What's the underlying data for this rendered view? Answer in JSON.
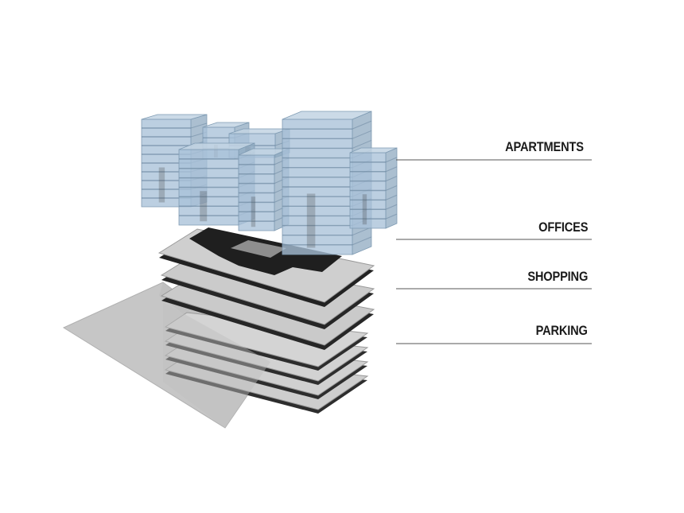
{
  "diagram": {
    "layers": [
      {
        "id": "apartments",
        "label": "APARTMENTS"
      },
      {
        "id": "offices",
        "label": "OFFICES"
      },
      {
        "id": "shopping",
        "label": "SHOPPING"
      },
      {
        "id": "parking",
        "label": "PARKING"
      }
    ]
  },
  "colors": {
    "glass_fill": "#a9c2d8",
    "glass_edge": "#7f9bb3",
    "slab_fill": "#c9c9c9",
    "slab_dark": "#2b2b2b",
    "label_text": "#1a1a1a",
    "rule": "#555555"
  }
}
